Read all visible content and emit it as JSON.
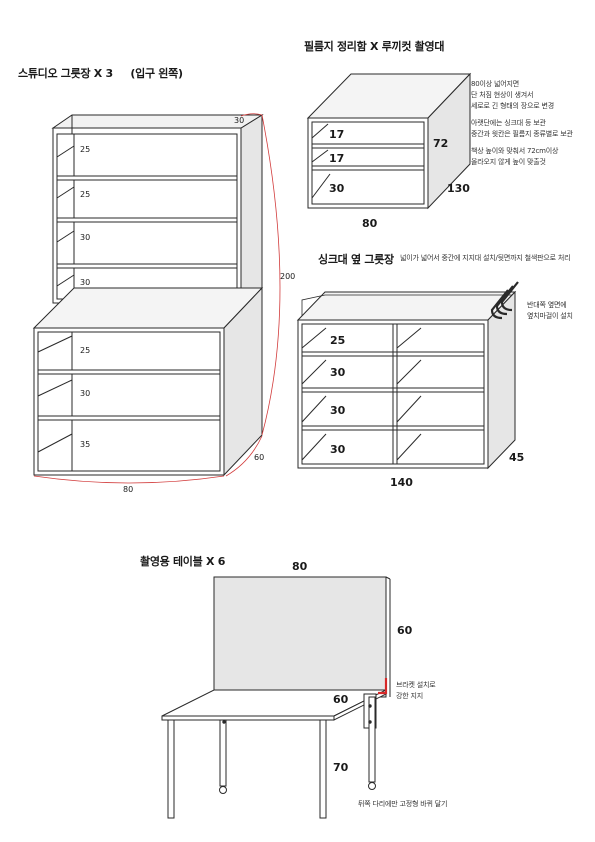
{
  "cabinet1": {
    "title": "스튜디오 그릇장 X 3",
    "subtitle": "(입구 왼쪽)",
    "dims": {
      "top_depth": "30",
      "height": "200",
      "bottom_depth": "60",
      "width": "80"
    },
    "upper_shelves": [
      "25",
      "25",
      "30",
      "30"
    ],
    "lower_shelves": [
      "25",
      "30",
      "35"
    ]
  },
  "film_box": {
    "title": "필름지 정리함 X 루끼컷 촬영대",
    "shelves": [
      "17",
      "17",
      "30"
    ],
    "dims": {
      "height": "72",
      "depth": "130",
      "width": "80"
    },
    "notes": [
      "80이상 넓어지면",
      "단 처짐 현상이 생겨서",
      "세로로 긴 형태의 장으로 변경",
      "",
      "아랫단에는 싱크대 등 보관",
      "중간과 윗칸은 필름지 종류별로 보관",
      "",
      "책상 높이와 맞춰서 72cm이상",
      "올라오지 않게 높이 맞출것"
    ]
  },
  "sink_cabinet": {
    "title": "싱크대 옆 그릇장",
    "note_top": "넓이가 넓어서 중간에 지지대 설치/뒷면까지 철색판으로 처리",
    "note_side": [
      "반대쪽 옆면에",
      "옆치마걸이 설치"
    ],
    "shelves": [
      "25",
      "30",
      "30",
      "30"
    ],
    "dims": {
      "depth": "45",
      "width": "140"
    }
  },
  "table": {
    "title": "촬영용 테이블 X 6",
    "dims": {
      "board_width": "80",
      "board_height": "60",
      "top_depth": "60",
      "leg_height": "70"
    },
    "bracket_note": [
      "브라켓 설치로",
      "강한 지지"
    ],
    "wheel_note": "뒤쪽 다리에만 고정형 바퀴 달기"
  }
}
